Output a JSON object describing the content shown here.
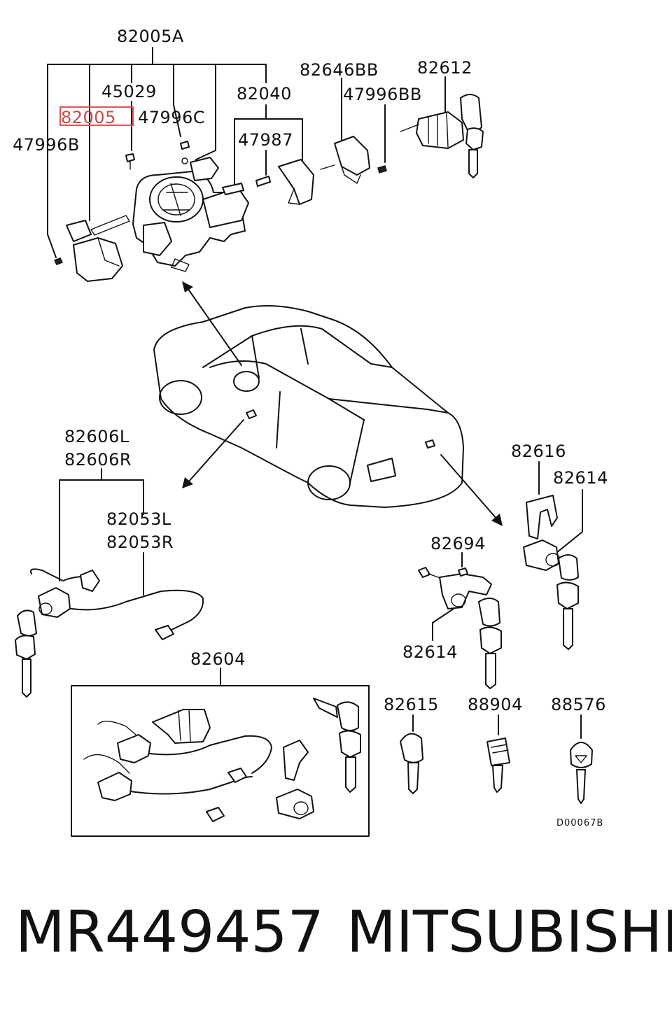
{
  "diagram": {
    "labels": {
      "l_82005A": "82005A",
      "l_45029": "45029",
      "l_82005": "82005",
      "l_47996C": "47996C",
      "l_47996B": "47996B",
      "l_82040": "82040",
      "l_47987": "47987",
      "l_82646BB": "82646BB",
      "l_47996BB": "47996BB",
      "l_82612": "82612",
      "l_82606L": "82606L",
      "l_82606R": "82606R",
      "l_82053L": "82053L",
      "l_82053R": "82053R",
      "l_82604": "82604",
      "l_82616": "82616",
      "l_82614a": "82614",
      "l_82694": "82694",
      "l_82614b": "82614",
      "l_82615": "82615",
      "l_88904": "88904",
      "l_88576": "88576",
      "code": "D00067B"
    },
    "highlight_color": "#e05555"
  },
  "footer": {
    "part_number": "MR449457",
    "brand": "MITSUBISHI"
  }
}
